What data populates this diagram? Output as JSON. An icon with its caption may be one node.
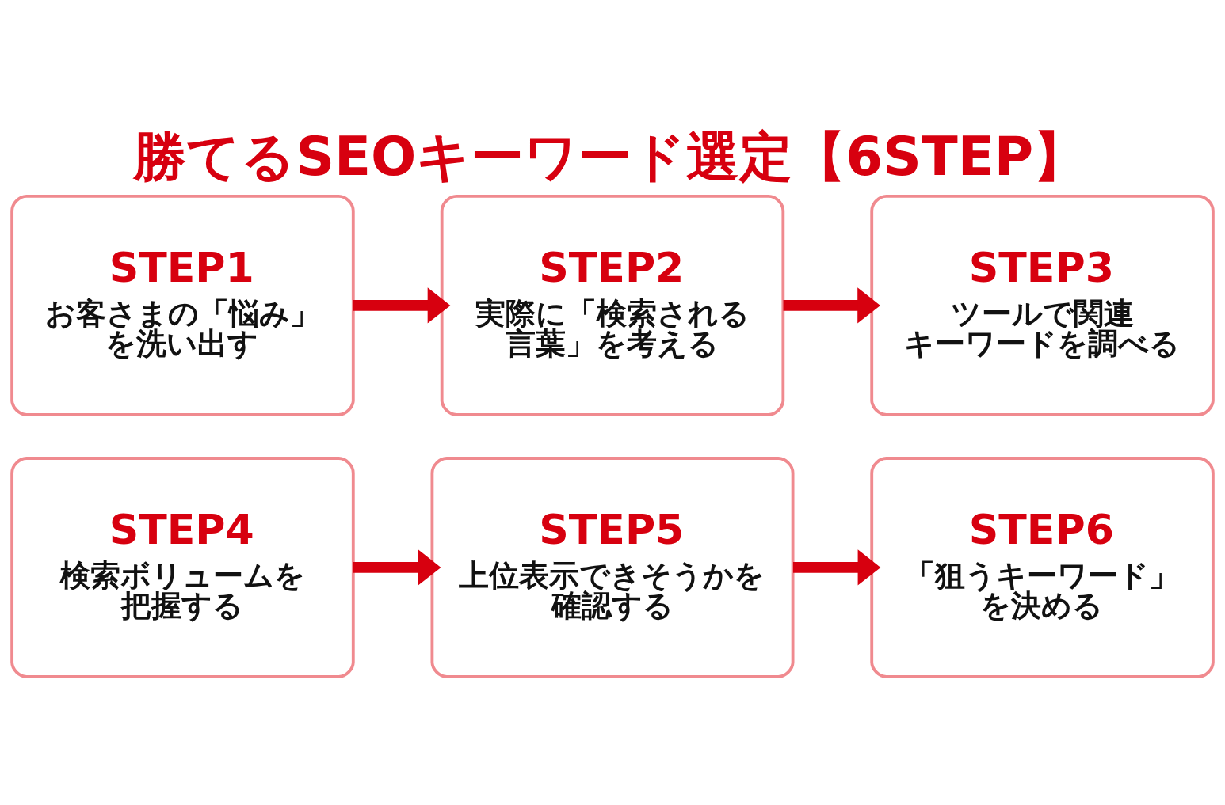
{
  "diagram": {
    "title": "勝てるSEOキーワード選定【6STEP】",
    "nodes": [
      {
        "text": [
          "STEP1",
          "お客さまの「悩み」を洗い出す"
        ]
      },
      {
        "text": [
          "STEP2",
          "実際に「検索される言葉」を考える"
        ]
      },
      {
        "text": [
          "STEP3",
          "ツールで関連キーワードを調べる"
        ]
      },
      {
        "text": [
          "STEP4",
          "検索ボリュームを把握する"
        ]
      },
      {
        "text": [
          "STEP5",
          "上位表示できそうかを確認する"
        ]
      },
      {
        "text": [
          "STEP6",
          "「狙うキーワード」を決める"
        ]
      }
    ],
    "edges": [
      {
        "from": 0,
        "to": 1,
        "arrow": "to"
      },
      {
        "from": 1,
        "to": 2,
        "arrow": "to"
      },
      {
        "from": 3,
        "to": 4,
        "arrow": "to"
      },
      {
        "from": 4,
        "to": 5,
        "arrow": "to"
      }
    ]
  }
}
